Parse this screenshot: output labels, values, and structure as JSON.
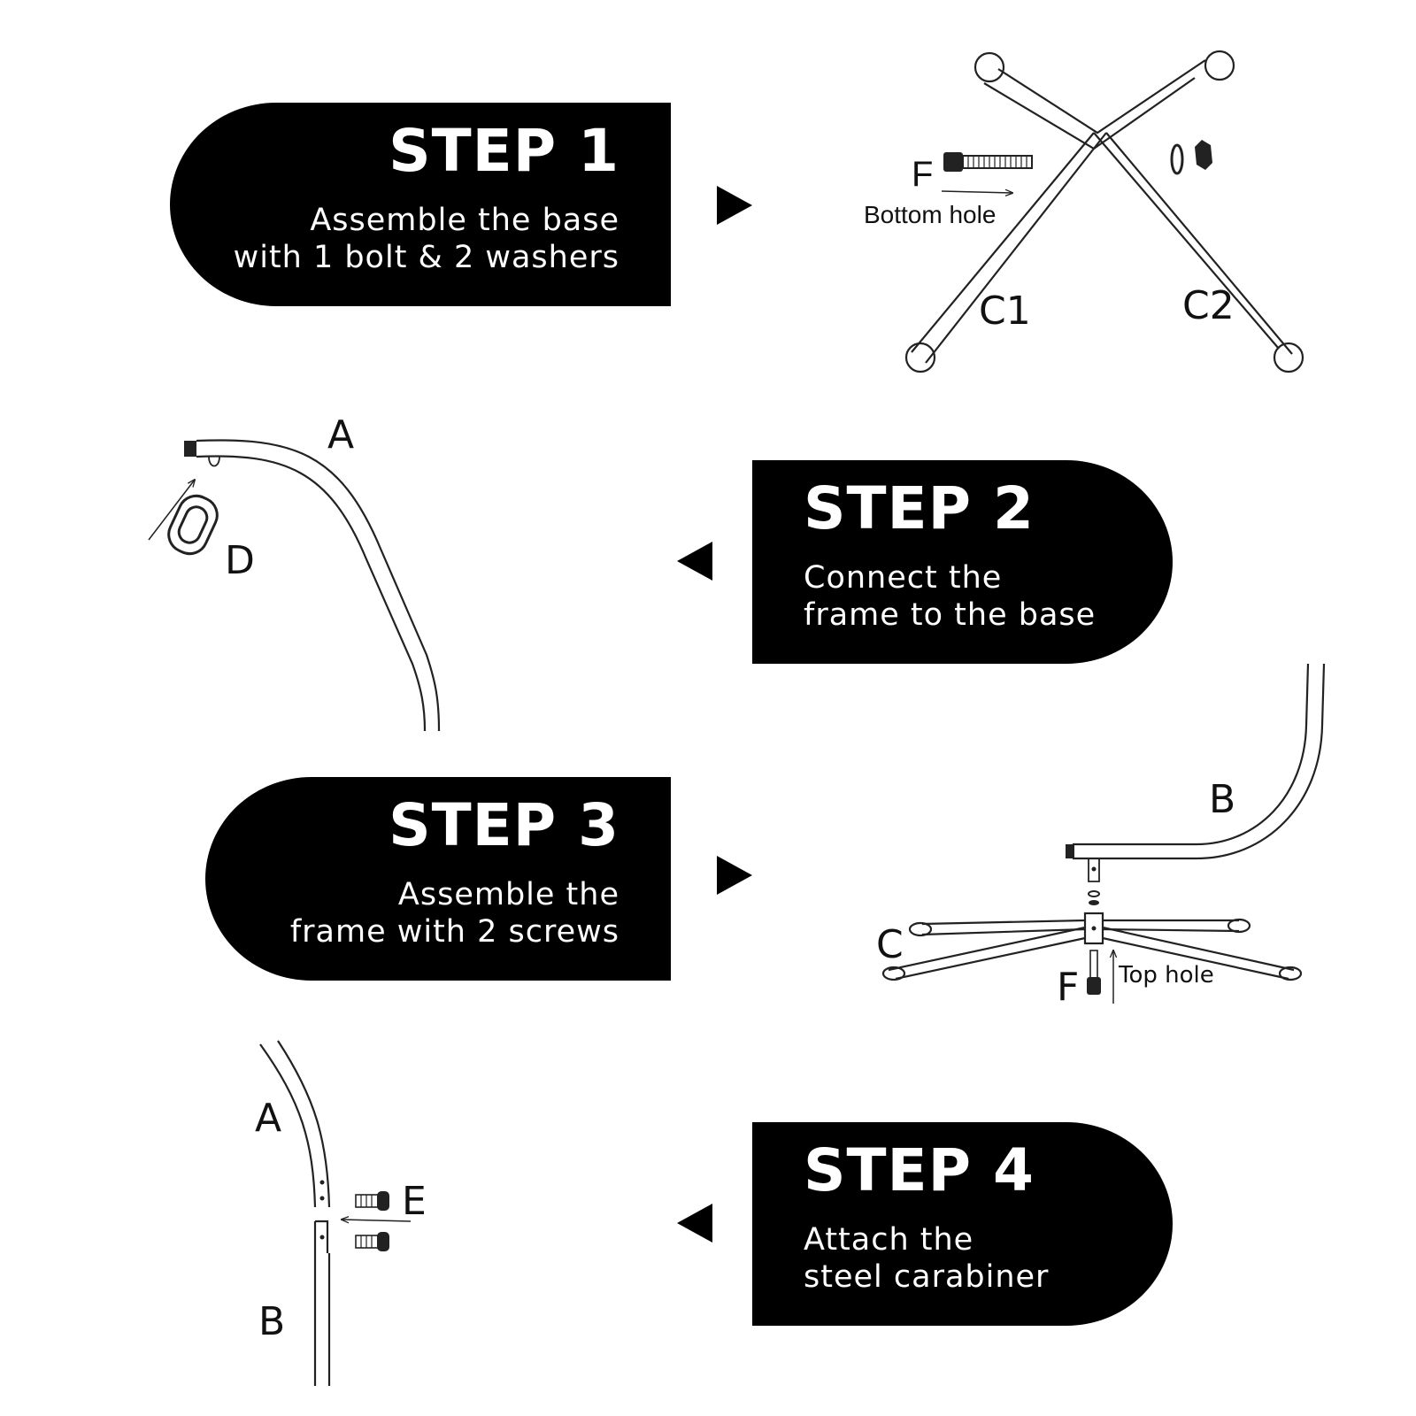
{
  "steps": [
    {
      "title": "STEP 1",
      "line1": "Assemble the base",
      "line2": "with 1 bolt & 2 washers"
    },
    {
      "title": "STEP 2",
      "line1": "Connect the",
      "line2": "frame to the base"
    },
    {
      "title": "STEP 3",
      "line1": "Assemble the",
      "line2": "frame with 2 screws"
    },
    {
      "title": "STEP 4",
      "line1": "Attach the",
      "line2": "steel carabiner"
    }
  ],
  "labels": {
    "f": "F",
    "bottom_hole": "Bottom hole",
    "c1": "C1",
    "c2": "C2",
    "a": "A",
    "d": "D",
    "b": "B",
    "c": "C",
    "top_hole": "Top hole",
    "e": "E"
  }
}
